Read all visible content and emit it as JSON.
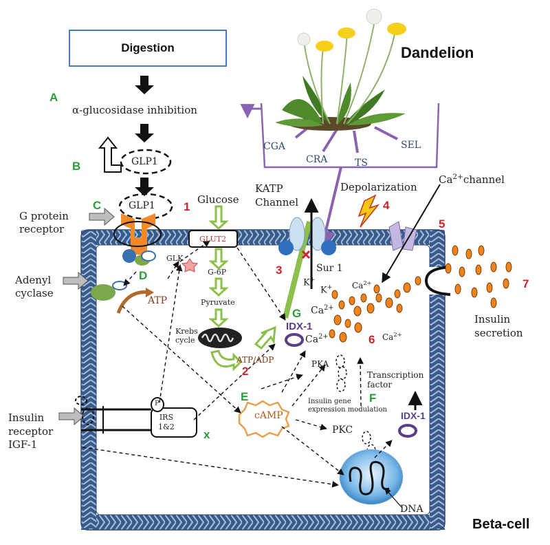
{
  "title": "Dandelion",
  "cell_label": "Beta-cell",
  "digestion": "Digestion",
  "alpha_glucosidase": "α-glucosidase inhibition",
  "glp1": "GLP1",
  "glp1_receptor": "GLP1",
  "g_protein_receptor": "G protein\nreceptor",
  "adenyl_cyclase": "Adenyl\ncyclase",
  "insulin_receptor": "Insulin\nreceptor\nIGF-1",
  "compounds": [
    "CGA",
    "CRA",
    "TS",
    "SEL"
  ],
  "letters": {
    "A": "A",
    "B": "B",
    "C": "C",
    "D": "D",
    "E": "E",
    "F": "F",
    "G": "G",
    "x": "x"
  },
  "numbers": {
    "n1": "1",
    "n2": "2",
    "n3": "3",
    "n4": "4",
    "n5": "5",
    "n6": "6",
    "n7": "7"
  },
  "labels": {
    "glucose": "Glucose",
    "glut2": "GLUT2",
    "glk": "GLK",
    "g6p": "G-6P",
    "pyruvate": "Pyruvate",
    "krebs": "Krebs\ncycle",
    "atp_adp": "ATP/ADP",
    "atp": "ATP",
    "katp": "KATP\nChannel",
    "sur1": "Sur 1",
    "k1": "K+",
    "k2": "K+",
    "depolarization": "Depolarization",
    "ca_channel": "Ca2+channel",
    "ca_top": "Ca2+",
    "ca_mid": "Ca2+",
    "ca_idx": "Ca2+",
    "ca_6": "Ca2+",
    "idx1_a": "IDX-1",
    "idx1_b": "IDX-1",
    "pka": "PKA",
    "pkc": "PKC",
    "camp": "cAMP",
    "irs": "IRS\n1&2",
    "p": "P",
    "insulin_gene": "Insulin gene\nexpression modulation",
    "transcription": "Transcription\nfactor",
    "insulin_secretion": "Insulin\nsecretion",
    "dna": "DNA"
  },
  "colors": {
    "membrane": "#3a5a8c",
    "membrane_light": "#6d8fbf",
    "green_letter": "#2a9d3a",
    "red_number": "#d4202a",
    "arrow_green": "#8cc04a",
    "camp_orange": "#e8a050",
    "insulin_granule": "#f0841c",
    "compound_box": "#8a63b0",
    "idx_purple": "#5b3d8a",
    "nucleus": "#7ab8e8",
    "orange_receptor": "#f08a2a",
    "enzyme_green": "#7aa84a",
    "bolt_yellow": "#f5c518"
  },
  "icons": [
    "dandelion-plant-icon",
    "lightning-bolt-icon",
    "mitochondria-icon",
    "nucleus-icon",
    "calcium-channel-icon"
  ]
}
